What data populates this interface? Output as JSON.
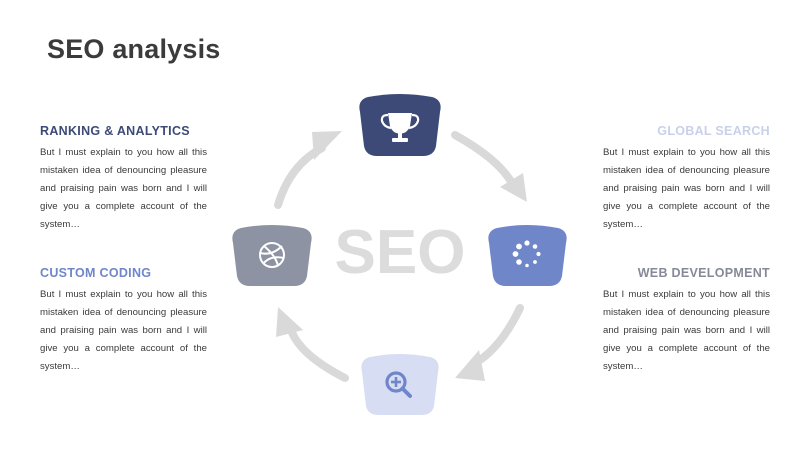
{
  "page": {
    "title": "SEO analysis"
  },
  "center_label": "SEO",
  "items": [
    {
      "id": "ranking",
      "heading": "RANKING & ANALYTICS",
      "color": "#3d4a78",
      "text": "But I must explain to you how all this mistaken idea of denouncing pleasure and praising pain was born and I will give you a complete account of the system…"
    },
    {
      "id": "global",
      "heading": "GLOBAL SEARCH",
      "color": "#c9d0ea",
      "text": "But I must explain to you how all this mistaken idea of denouncing pleasure and praising pain was born and I will give you a complete account of the system…"
    },
    {
      "id": "coding",
      "heading": "CUSTOM CODING",
      "color": "#6f86c9",
      "text": "But I must explain to you how all this mistaken idea of denouncing pleasure and praising pain was born and I will give you a complete account of the system…"
    },
    {
      "id": "web",
      "heading": "WEB DEVELOPMENT",
      "color": "#858a99",
      "text": "But I must explain to you how all this mistaken idea of denouncing pleasure and praising pain was born and I will give you a complete account of the system…"
    }
  ],
  "nodes": [
    {
      "id": "top",
      "icon": "trophy-icon",
      "color": "#3d4a78"
    },
    {
      "id": "right",
      "icon": "loading-icon",
      "color": "#6f86c9"
    },
    {
      "id": "bottom",
      "icon": "zoom-in-icon",
      "color": "#d7ddf2"
    },
    {
      "id": "left",
      "icon": "dribbble-icon",
      "color": "#8d93a3"
    }
  ],
  "colors": {
    "arrow": "#d9d9d9",
    "center_text": "#dcdcdc",
    "title": "#3b3b3b"
  }
}
